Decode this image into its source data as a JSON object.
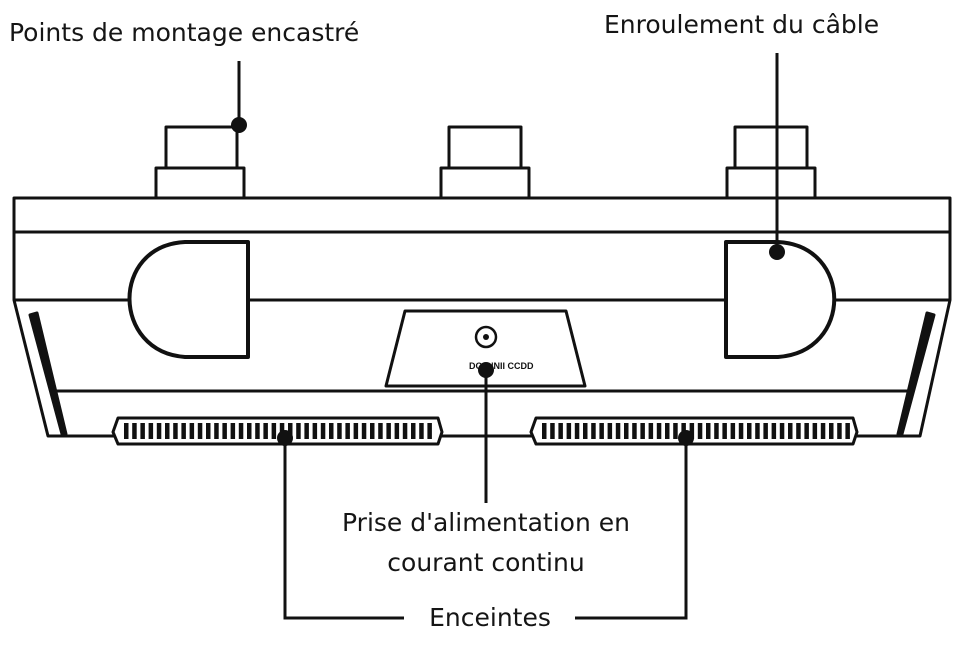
{
  "labels": {
    "mount_points": "Points de montage encastré",
    "cable_wrap": "Enroulement du câble",
    "dc_jack_line1": "Prise d'alimentation en",
    "dc_jack_line2": "courant continu",
    "speakers": "Enceintes"
  },
  "port_marking": "DC INNII CCDD",
  "colors": {
    "line": "#111111",
    "background": "#ffffff"
  }
}
